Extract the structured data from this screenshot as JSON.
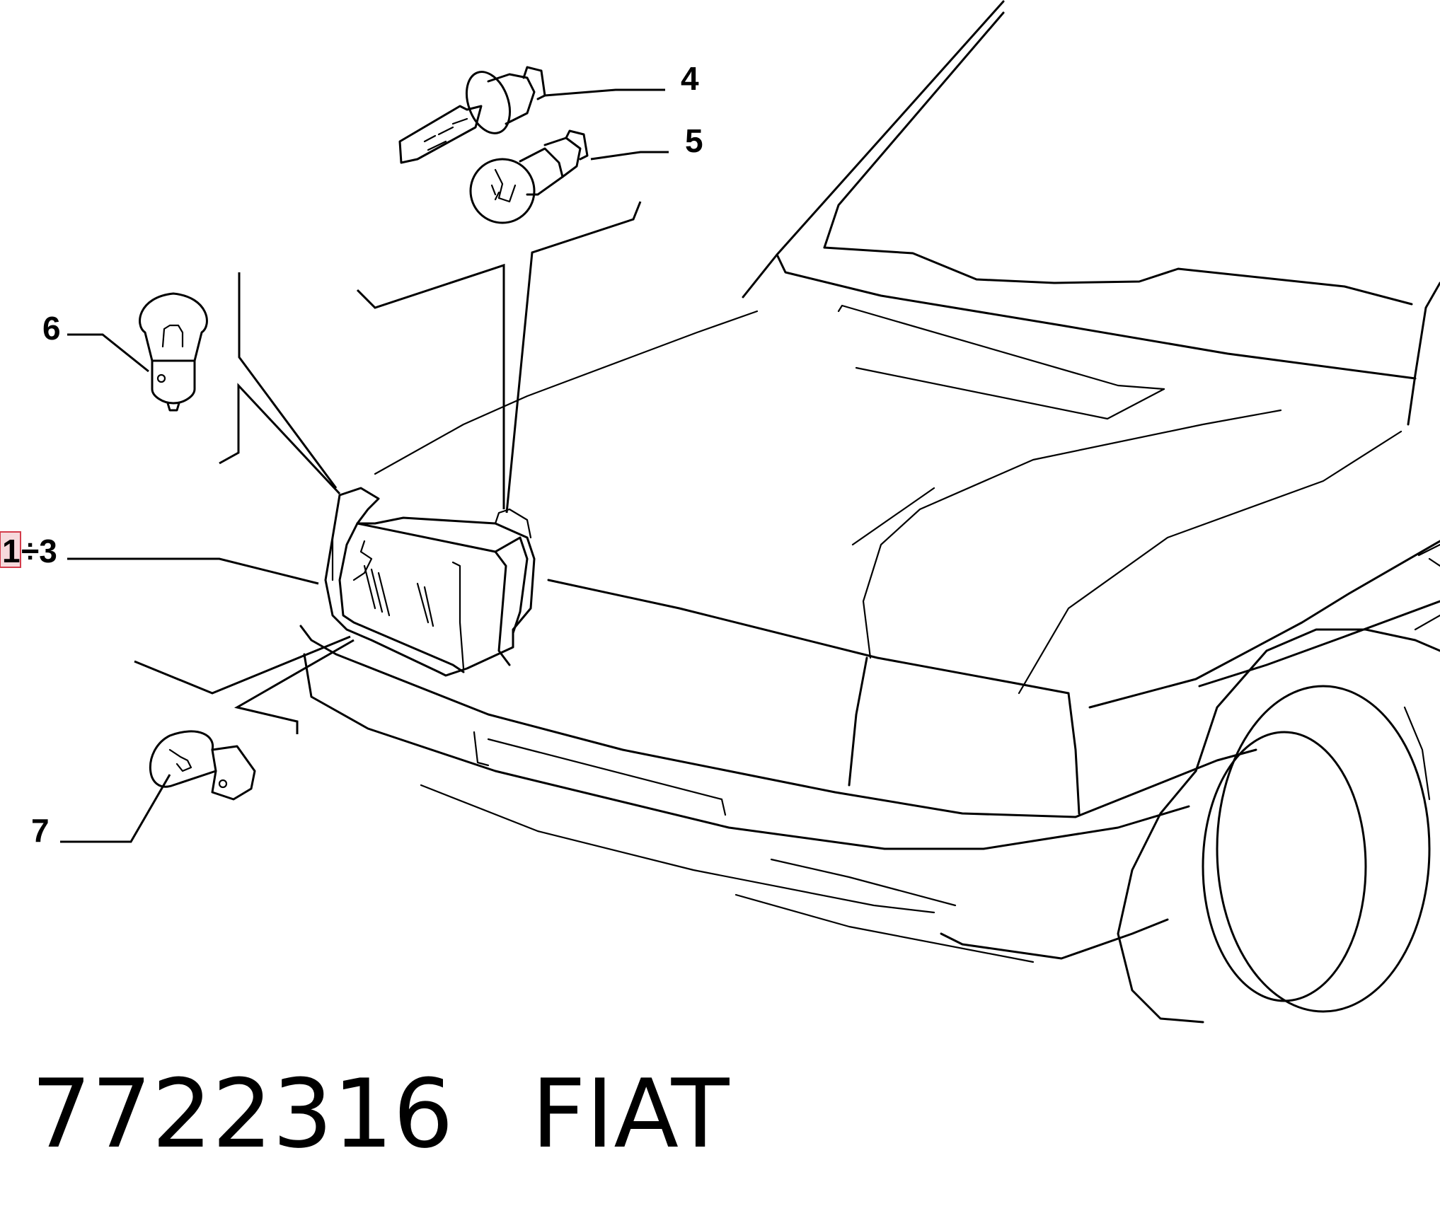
{
  "callouts": {
    "c4": "4",
    "c5": "5",
    "c6": "6",
    "c7": "7",
    "c13_first": "1",
    "c13_rest": "÷3"
  },
  "caption": {
    "part_number": "7722316",
    "brand": "FIAT"
  },
  "highlight_color": "#d33b4a"
}
